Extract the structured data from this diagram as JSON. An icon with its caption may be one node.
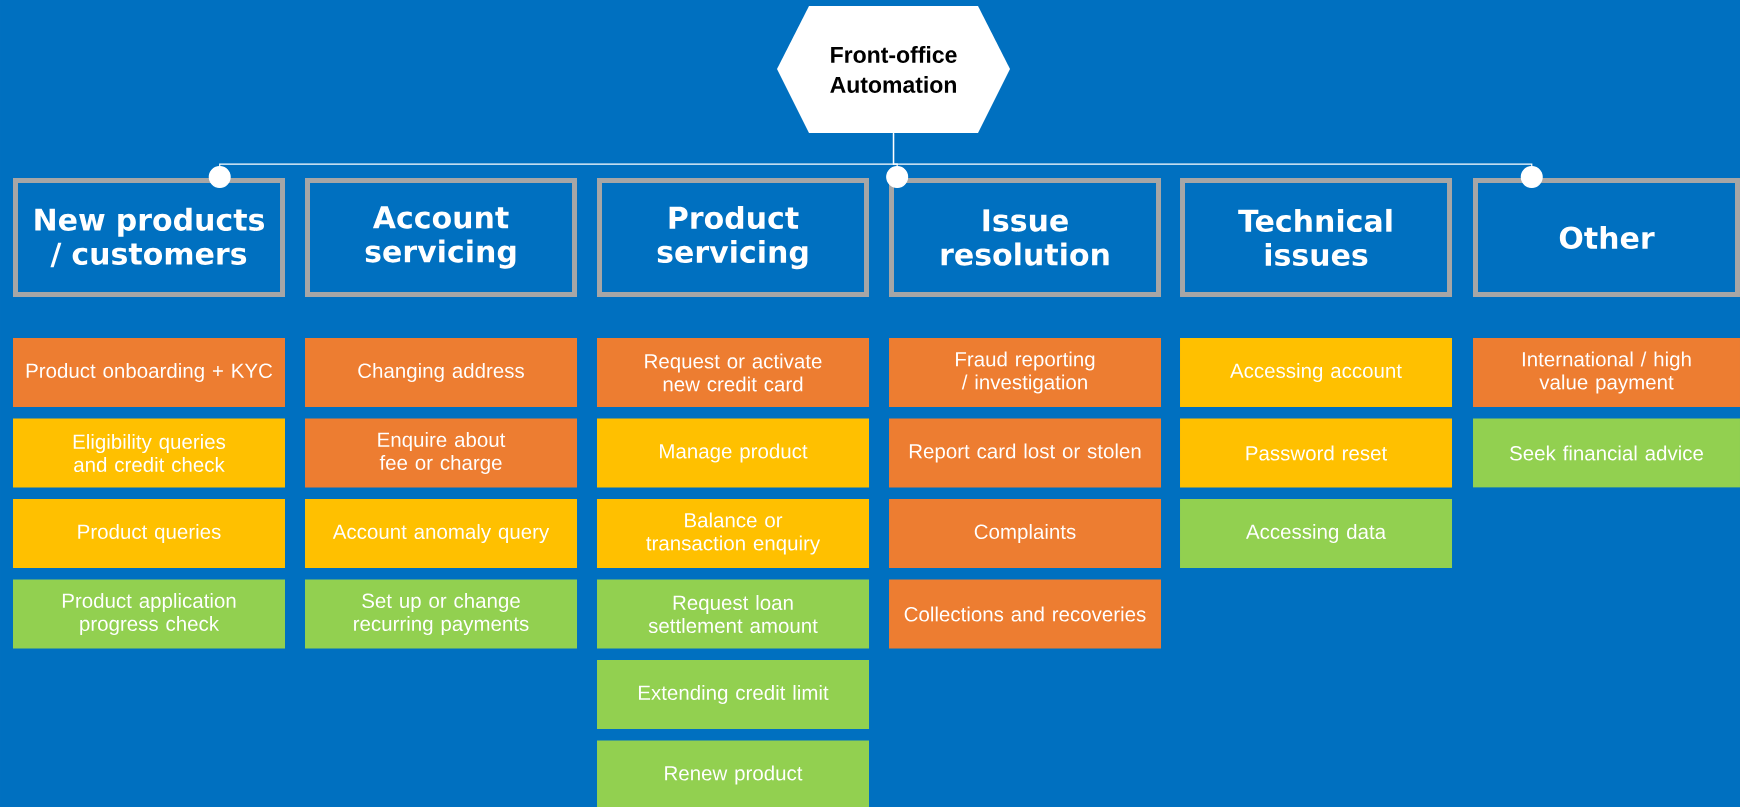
{
  "diagram": {
    "nodes": [
      {
        "text": [
          "Front-office Automation"
        ]
      },
      {
        "text": [
          "New products / customers"
        ]
      },
      {
        "text": [
          "Account servicing"
        ]
      },
      {
        "text": [
          "Product servicing"
        ]
      },
      {
        "text": [
          "Issue resolution"
        ]
      },
      {
        "text": [
          "Technical issues"
        ]
      },
      {
        "text": [
          "Other"
        ]
      },
      {
        "text": [
          "Product onboarding + KYC"
        ]
      },
      {
        "text": [
          "Eligibility queries and credit check"
        ]
      },
      {
        "text": [
          "Product queries"
        ]
      },
      {
        "text": [
          "Product application progress check"
        ]
      },
      {
        "text": [
          "Changing address"
        ]
      },
      {
        "text": [
          "Enquire about fee or charge"
        ]
      },
      {
        "text": [
          "Account anomaly query"
        ]
      },
      {
        "text": [
          "Set up or change recurring payments"
        ]
      },
      {
        "text": [
          "Request or activate new credit card"
        ]
      },
      {
        "text": [
          "Manage product"
        ]
      },
      {
        "text": [
          "Balance or transaction enquiry"
        ]
      },
      {
        "text": [
          "Request loan settlement amount"
        ]
      },
      {
        "text": [
          "Extending credit limit"
        ]
      },
      {
        "text": [
          "Renew product"
        ]
      },
      {
        "text": [
          "Fraud reporting / investigation"
        ]
      },
      {
        "text": [
          "Report card lost or stolen"
        ]
      },
      {
        "text": [
          "Complaints"
        ]
      },
      {
        "text": [
          "Collections and recoveries"
        ]
      },
      {
        "text": [
          "Accessing account"
        ]
      },
      {
        "text": [
          "Password reset"
        ]
      },
      {
        "text": [
          "Accessing data"
        ]
      },
      {
        "text": [
          "International / high value payment"
        ]
      },
      {
        "text": [
          "Seek financial advice"
        ]
      }
    ],
    "edges": [
      {
        "from": 1,
        "to": 0,
        "arrow": "other"
      },
      {
        "from": 4,
        "to": 0,
        "arrow": "other"
      },
      {
        "from": 6,
        "to": 0,
        "arrow": "other"
      }
    ]
  }
}
